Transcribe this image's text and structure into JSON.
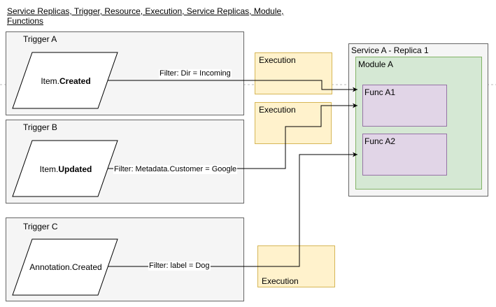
{
  "title": "Service Replicas, Trigger, Resource, Execution, Service Replicas, Module, Functions",
  "triggers": [
    {
      "label": "Trigger A",
      "item_prefix": "Item.",
      "item_event": "Created",
      "filter": "Filter: Dir = Incoming"
    },
    {
      "label": "Trigger B",
      "item_prefix": "Item.",
      "item_event": "Updated",
      "filter": "Filter: Metadata.Customer = Google"
    },
    {
      "label": "Trigger C",
      "item_prefix": "Annotation.Created",
      "item_event": "",
      "filter": "Filter: label = Dog"
    }
  ],
  "executions": [
    "Execution",
    "Execution",
    "Execution"
  ],
  "service": {
    "label": "Service A - Replica 1",
    "module": {
      "label": "Module A",
      "functions": [
        "Func A1",
        "Func A2"
      ]
    }
  },
  "colors": {
    "trigger_fill": "#f5f5f5",
    "trigger_stroke": "#666666",
    "execution_fill": "#fff2cc",
    "execution_stroke": "#d6b656",
    "module_fill": "#d5e8d4",
    "module_stroke": "#82b366",
    "function_fill": "#e1d5e7",
    "function_stroke": "#9673a6"
  }
}
